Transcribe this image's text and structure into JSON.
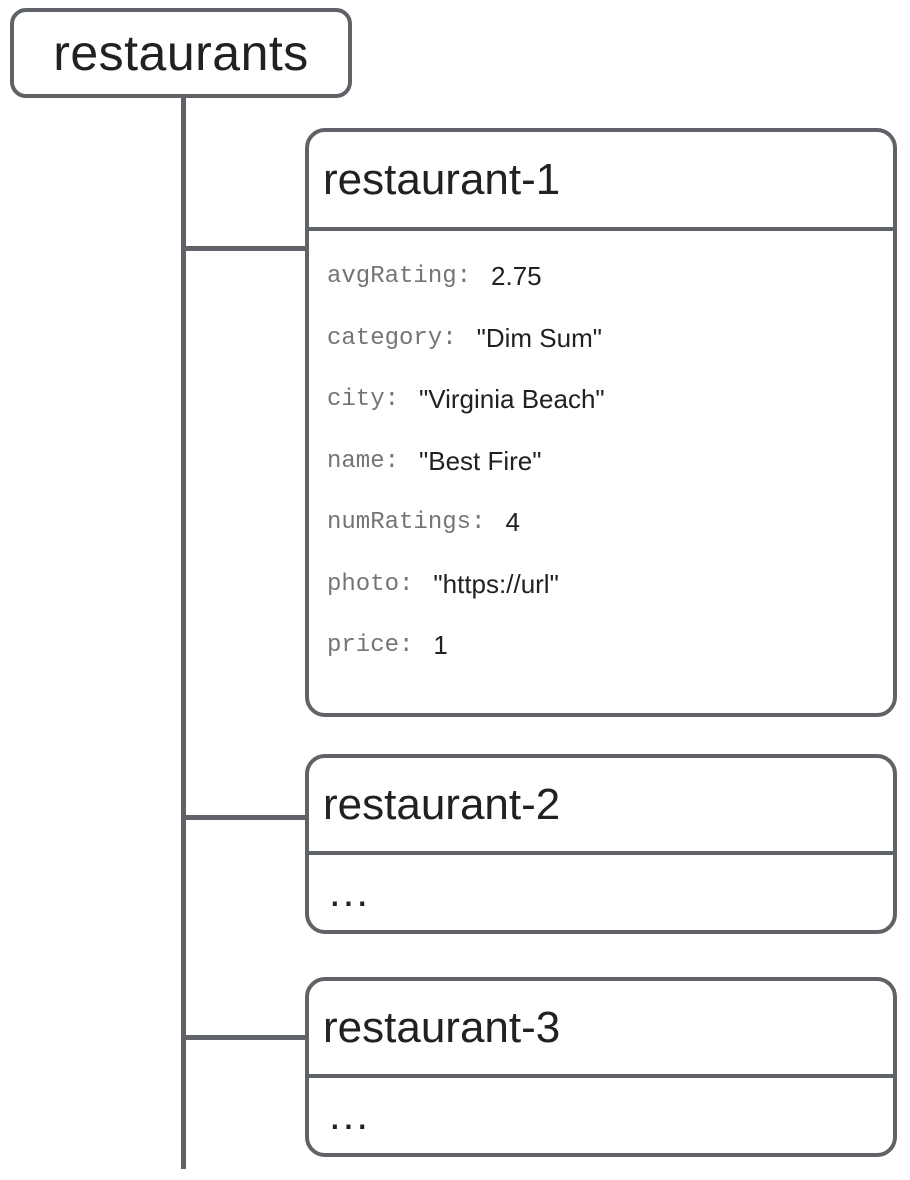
{
  "diagram": {
    "type": "tree",
    "colors": {
      "line": "#5f6368",
      "field_key": "#757575",
      "field_value": "#202124",
      "title": "#202124",
      "background": "#ffffff"
    },
    "root": {
      "label": "restaurants"
    },
    "children": [
      {
        "id": "restaurant-1",
        "expanded": true,
        "fields": [
          {
            "key": "avgRating:",
            "value": "2.75"
          },
          {
            "key": "category:",
            "value": "\"Dim Sum\""
          },
          {
            "key": "city:",
            "value": "\"Virginia Beach\""
          },
          {
            "key": "name:",
            "value": "\"Best Fire\""
          },
          {
            "key": "numRatings:",
            "value": "4"
          },
          {
            "key": "photo:",
            "value": "\"https://url\""
          },
          {
            "key": "price:",
            "value": "1"
          }
        ]
      },
      {
        "id": "restaurant-2",
        "expanded": false,
        "body": "..."
      },
      {
        "id": "restaurant-3",
        "expanded": false,
        "body": "..."
      }
    ]
  }
}
